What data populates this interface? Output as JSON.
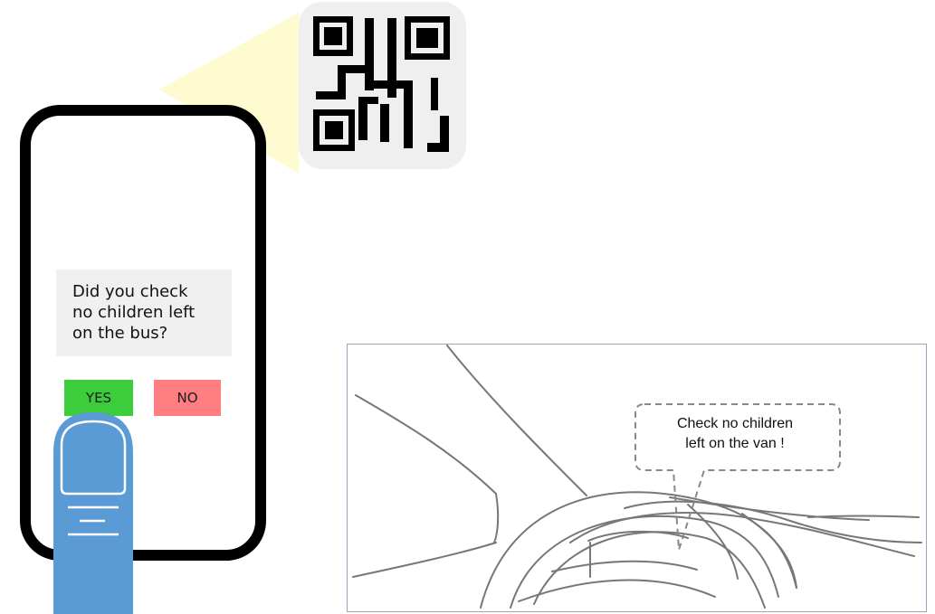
{
  "phone": {
    "prompt": "Did you check\nno children left\non the bus?",
    "yes_label": "YES",
    "no_label": "NO"
  },
  "van_scene": {
    "callout": "Check no children\nleft on the van !"
  },
  "colors": {
    "yes_button": "#3ccc3c",
    "no_button": "#ff7f80",
    "finger": "#5b9bd5",
    "scan_beam": "#fefbd0",
    "phone_frame": "#000000",
    "panel_border": "#9aa6b8"
  },
  "icons": [
    "qr-code-icon",
    "finger-icon"
  ]
}
